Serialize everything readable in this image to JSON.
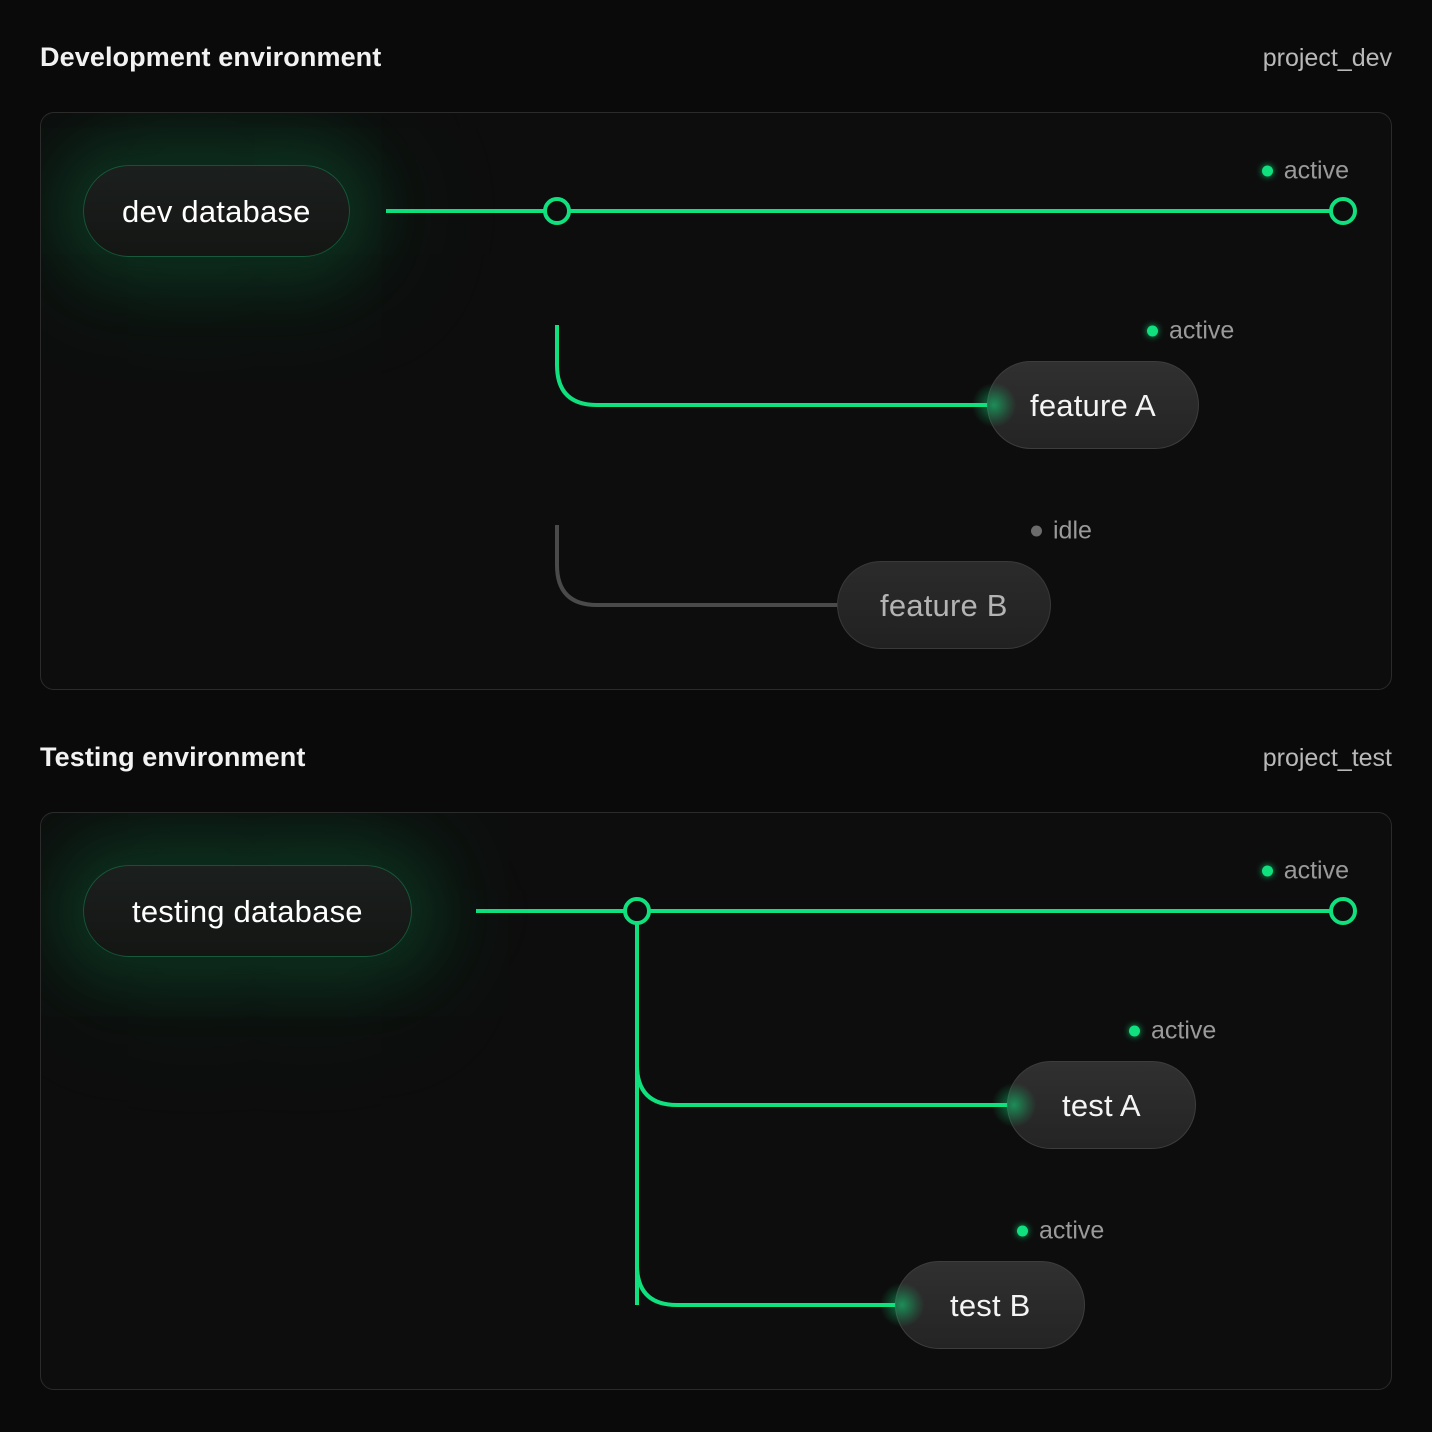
{
  "theme": {
    "page_bg": "#0a0a0a",
    "panel_bg": "#0d0d0d",
    "panel_border": "#2b2b2b",
    "accent_green": "#10e07d",
    "idle_gray": "#4a4a4a",
    "text_primary": "#f2f2f2",
    "text_muted": "#9a9a9a"
  },
  "sections": [
    {
      "title": "Development environment",
      "tag": "project_dev",
      "source": {
        "label": "dev database",
        "state": "active"
      },
      "trunk_status": {
        "label": "active",
        "state": "active"
      },
      "branches": [
        {
          "label": "feature A",
          "status": "active",
          "state": "active"
        },
        {
          "label": "feature B",
          "status": "idle",
          "state": "idle"
        }
      ]
    },
    {
      "title": "Testing environment",
      "tag": "project_test",
      "source": {
        "label": "testing database",
        "state": "active"
      },
      "trunk_status": {
        "label": "active",
        "state": "active"
      },
      "branches": [
        {
          "label": "test A",
          "status": "active",
          "state": "active"
        },
        {
          "label": "test B",
          "status": "active",
          "state": "active"
        }
      ]
    }
  ],
  "icons": {
    "junction": "junction-node-icon",
    "endpoint": "endpoint-node-icon",
    "status_dot": "status-dot-icon"
  }
}
